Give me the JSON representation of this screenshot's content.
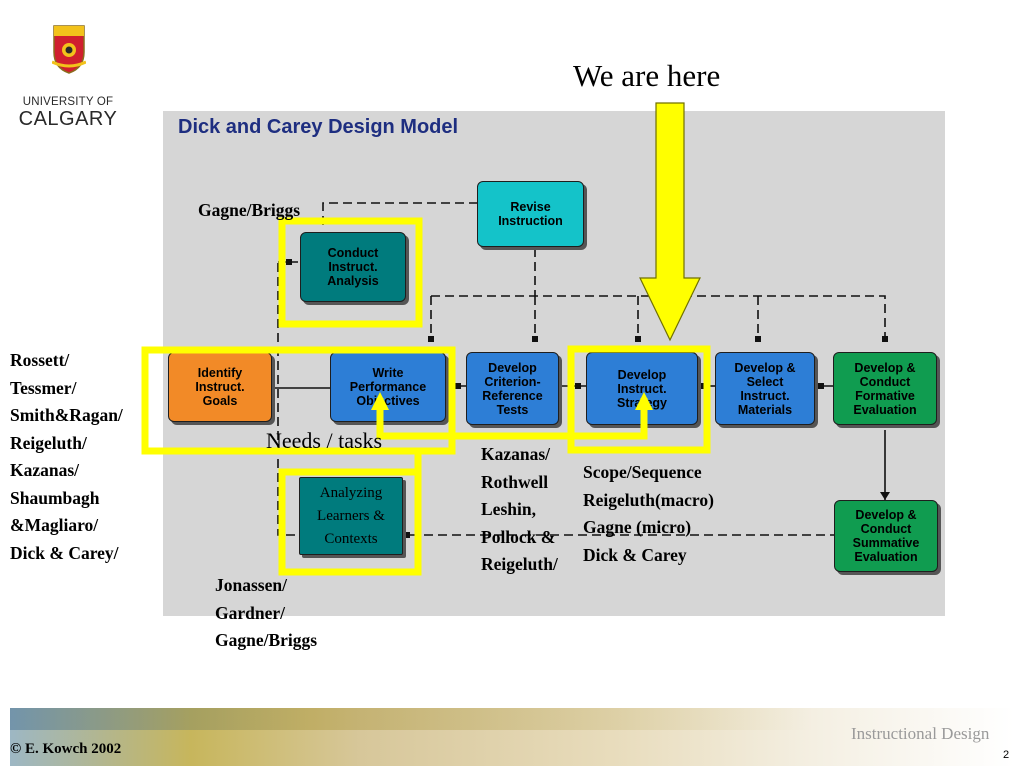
{
  "logo": {
    "line1": "UNIVERSITY OF",
    "line2": "CALGARY"
  },
  "headline": "We are here",
  "diagram": {
    "title": "Dick and Carey Design Model",
    "boxes": {
      "revise": "Revise\nInstruction",
      "conduct": "Conduct\nInstruct.\nAnalysis",
      "identify": "Identify\nInstruct.\nGoals",
      "write": "Write\nPerformance\nObjectives",
      "criterion": "Develop\nCriterion-\nReference\nTests",
      "strategy": "Develop\nInstruct.\nStrategy",
      "materials": "Develop &\nSelect\nInstruct.\nMaterials",
      "formative": "Develop &\nConduct\nFormative\nEvaluation",
      "analyzing": "Analyzing\nLearners &\nContexts",
      "summative": "Develop &\nConduct\nSummative\nEvaluation"
    }
  },
  "annotations": {
    "gagne_briggs": "Gagne/Briggs",
    "left_list": "Rossett/\nTessmer/\nSmith&Ragan/\nReigeluth/\nKazanas/\nShaumbagh\n&Magliaro/\nDick & Carey/",
    "needs": "Needs / tasks",
    "kazanas": "Kazanas/\nRothwell\nLeshin,\nPollock &\nReigeluth/",
    "scope": "Scope/Sequence\nReigeluth(macro)\nGagne (micro)\nDick & Carey",
    "jonassen": "Jonassen/\nGardner/\nGagne/Briggs"
  },
  "footer": {
    "copyright": "© E. Kowch 2002",
    "course": "Instructional Design",
    "slide_number": "2"
  },
  "colors": {
    "highlight": "#ffff00",
    "teal": "#007b7d",
    "cyan": "#14c3c9",
    "orange": "#f28a27",
    "blue": "#2d7ed6",
    "green": "#109c50",
    "title_blue": "#1e2e80"
  }
}
